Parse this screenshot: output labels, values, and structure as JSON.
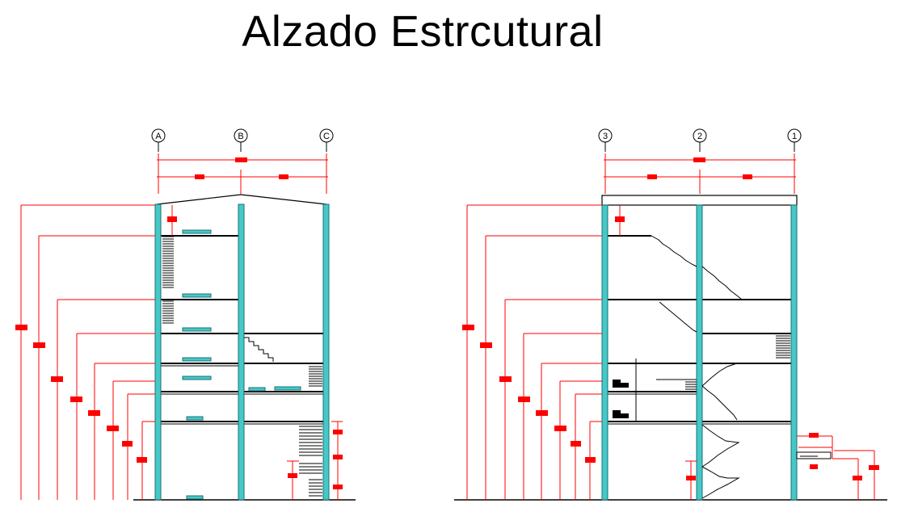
{
  "title": "Alzado Estrcutural",
  "colors": {
    "dimension": "#ff0000",
    "column_fill": "#46c8c8",
    "column_edge": "#1e6f6f",
    "linework": "#000000",
    "background": "#ffffff"
  },
  "elevations": [
    {
      "id": "elevation-left",
      "axes": [
        "A",
        "B",
        "C"
      ]
    },
    {
      "id": "elevation-right",
      "axes": [
        "3",
        "2",
        "1"
      ]
    }
  ]
}
